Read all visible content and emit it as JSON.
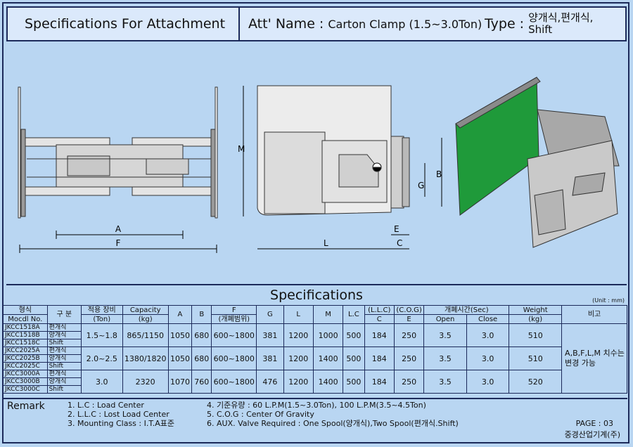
{
  "header": {
    "title": "Specifications For Attachment",
    "att_name_label": "Att' Name :",
    "att_name_value": "Carton Clamp (1.5~3.0Ton)",
    "type_label": "Type :",
    "type_value": "양개식,편개식, Shift"
  },
  "drawing": {
    "dims": {
      "a": "A",
      "f": "F",
      "m": "M",
      "l": "L",
      "e": "E",
      "c": "C",
      "b": "B",
      "g": "G"
    }
  },
  "specs": {
    "title": "Specifications",
    "unit": "(Unit : mm)",
    "headers": {
      "model_kr": "형식",
      "model_en": "Mocdl No.",
      "kind": "구 분",
      "truck": "적용 장비",
      "truck_unit": "(Ton)",
      "capacity": "Capacity",
      "capacity_unit": "(kg)",
      "a": "A",
      "b": "B",
      "f": "F",
      "f_unit": "(개폐범위)",
      "g": "G",
      "l": "L",
      "m": "M",
      "lc": "L.C",
      "llc": "(L.L.C)",
      "llc2": "C",
      "cog": "(C.O.G)",
      "cog2": "E",
      "time": "개폐시간(Sec)",
      "open": "Open",
      "close": "Close",
      "weight": "Weight",
      "weight_unit": "(kg)",
      "note": "비고"
    },
    "groups": [
      {
        "models": [
          "JKCC1518A",
          "JKCC1518B",
          "JKCC1518C"
        ],
        "kinds": [
          "편개식",
          "양개식",
          "Shift"
        ],
        "truck": "1.5~1.8",
        "capacity": "865/1150",
        "a": "1050",
        "b": "680",
        "f": "600~1800",
        "g": "381",
        "l": "1200",
        "m": "1000",
        "lc": "500",
        "c": "184",
        "e": "250",
        "open": "3.5",
        "close": "3.0",
        "weight": "510"
      },
      {
        "models": [
          "JKCC2025A",
          "JKCC2025B",
          "JKCC2025C"
        ],
        "kinds": [
          "편개식",
          "양개식",
          "Shift"
        ],
        "truck": "2.0~2.5",
        "capacity": "1380/1820",
        "a": "1050",
        "b": "680",
        "f": "600~1800",
        "g": "381",
        "l": "1200",
        "m": "1400",
        "lc": "500",
        "c": "184",
        "e": "250",
        "open": "3.5",
        "close": "3.0",
        "weight": "510"
      },
      {
        "models": [
          "JKCC3000A",
          "JKCC3000B",
          "JKCC3000C"
        ],
        "kinds": [
          "편개식",
          "양개식",
          "Shift"
        ],
        "truck": "3.0",
        "capacity": "2320",
        "a": "1070",
        "b": "760",
        "f": "600~1800",
        "g": "476",
        "l": "1200",
        "m": "1400",
        "lc": "500",
        "c": "184",
        "e": "250",
        "open": "3.5",
        "close": "3.0",
        "weight": "520"
      }
    ],
    "note": "A,B,F,L,M 치수는 변경 가능"
  },
  "remark": {
    "title": "Remark",
    "items_left": [
      "1. L.C : Load Center",
      "2. L.L.C : Lost Load Center",
      "3. Mounting Class : I.T.A표준"
    ],
    "items_right": [
      "4. 기준유량 : 60 L.P.M(1.5~3.0Ton), 100 L.P.M(3.5~4.5Ton)",
      "5. C.O.G : Center Of Gravity",
      "6. AUX. Valve Required : One Spool(양개식),Two Spool(편개식.Shift)"
    ],
    "page": "PAGE : 03",
    "company": "중경산업기계(주)"
  }
}
